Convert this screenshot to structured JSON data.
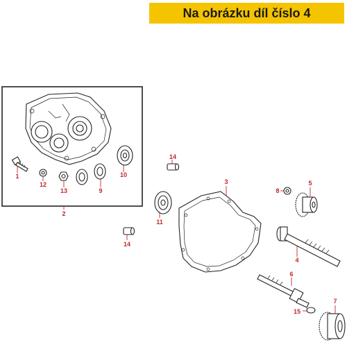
{
  "banner": {
    "text": "Na obrázku díl číslo 4"
  },
  "colors": {
    "banner_bg": "#f5c400",
    "callout": "#c0282d",
    "line": "#222222"
  },
  "callouts": {
    "n1": "1",
    "n2": "2",
    "n3": "3",
    "n4": "4",
    "n5": "5",
    "n6": "6",
    "n7": "7",
    "n8": "8",
    "n9": "9",
    "n10": "10",
    "n11": "11",
    "n12": "12",
    "n13": "13",
    "n14a": "14",
    "n14b": "14",
    "n15": "15"
  }
}
